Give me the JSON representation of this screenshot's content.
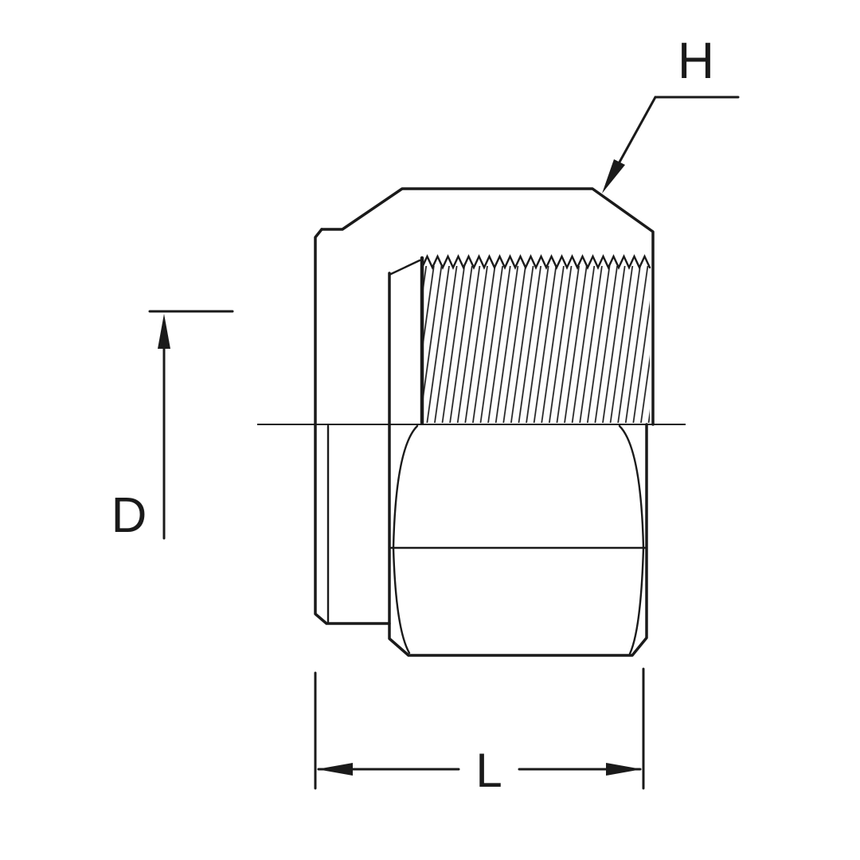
{
  "colors": {
    "background": "#ffffff",
    "line": "#1a1a1a"
  },
  "dimension_labels": {
    "h": "H",
    "d": "D",
    "l": "L"
  }
}
